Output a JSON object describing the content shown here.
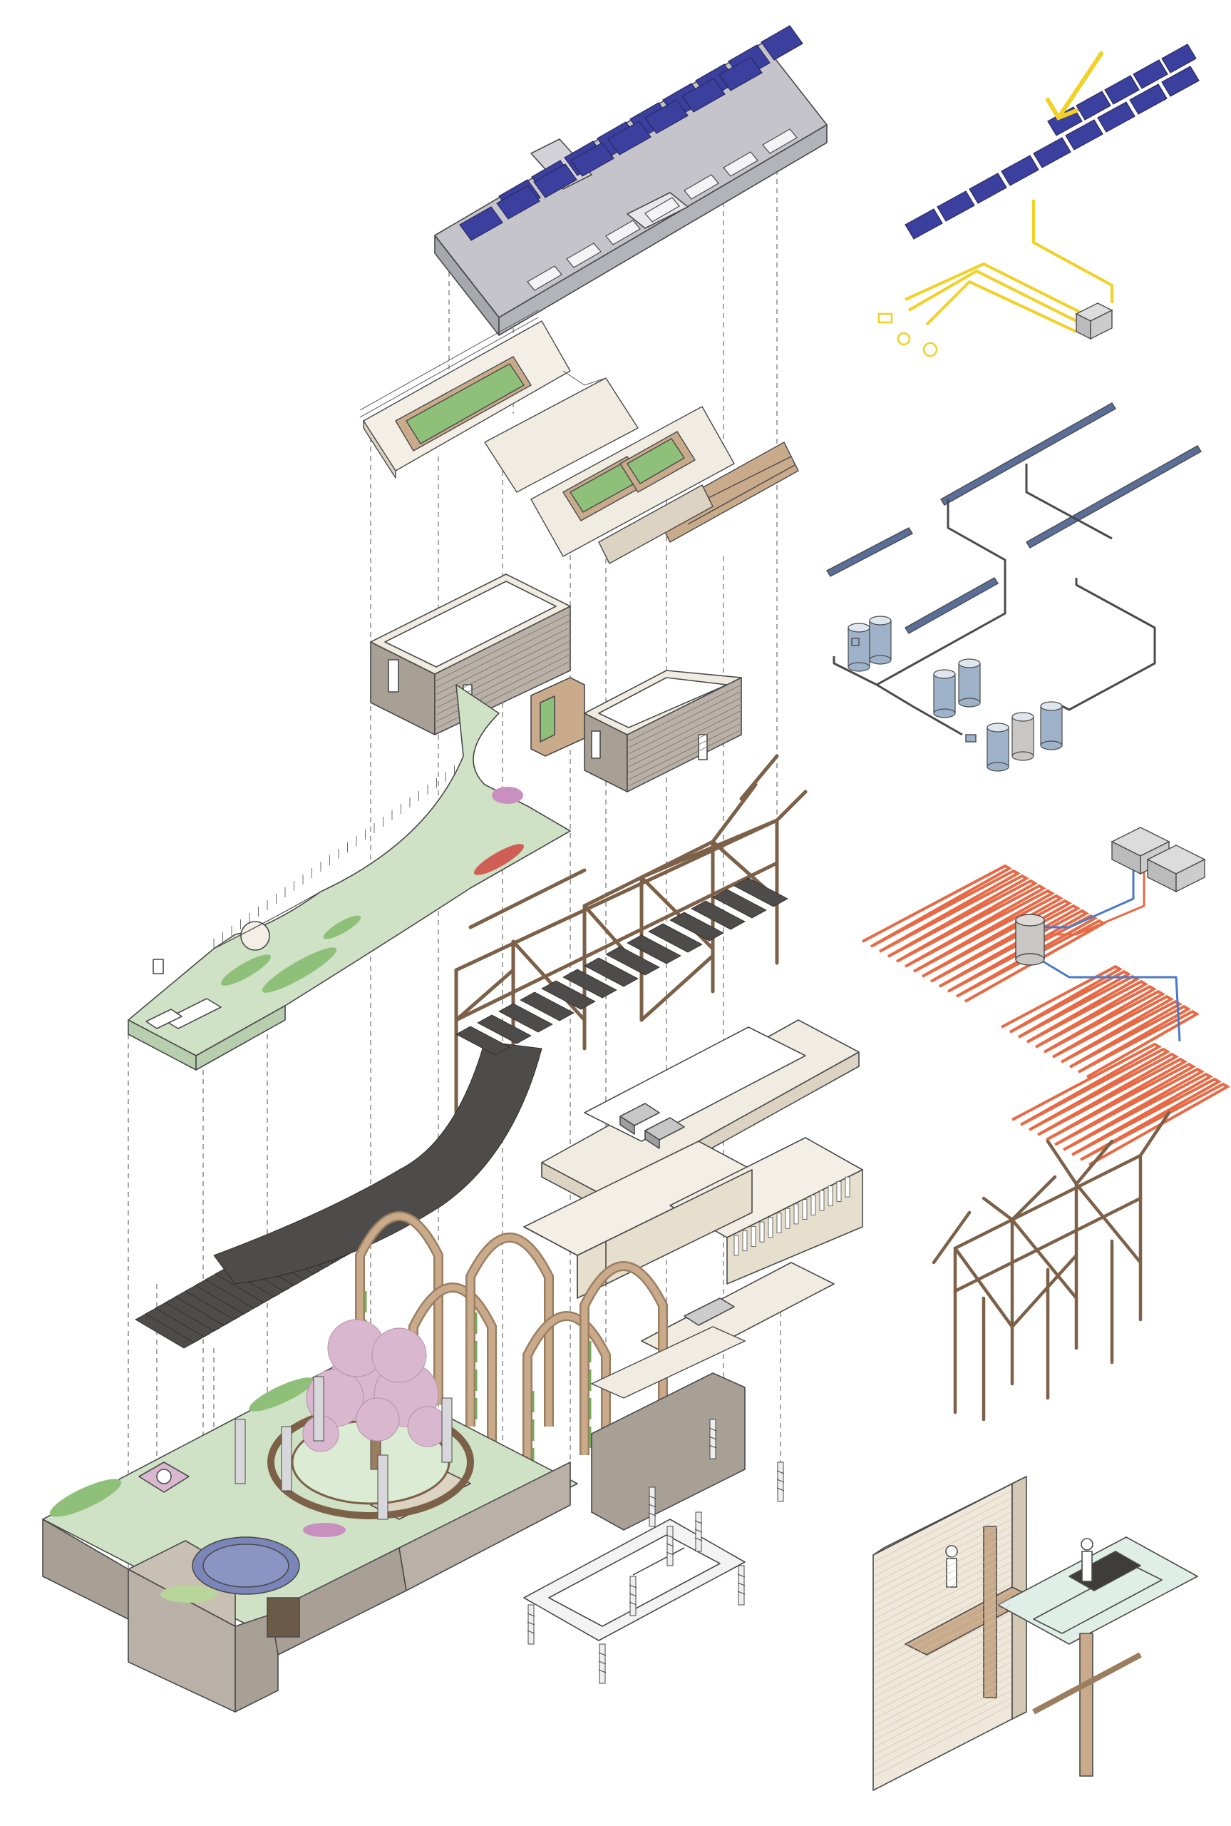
{
  "title": "",
  "colors": {
    "background": "#ffffff",
    "line": "#4a4a4a",
    "dash": "#7a7a7a",
    "solar_panel": "#3b3f9e",
    "solar_frame": "#2a2a60",
    "roof": "#d7d7db",
    "roof_shadow": "#b9b9c0",
    "green_roof": "#c9dfc4",
    "planting": "#8fc07a",
    "timber": "#c9ab8c",
    "timber_dark": "#9b7d60",
    "brick": "#a89f95",
    "brick_dark": "#7e766e",
    "slab": "#f1ece1",
    "slab_side": "#dcd3c2",
    "water_pipe": "#5a6e99",
    "tank": "#9eb3c9",
    "tank_light": "#c9c6c3",
    "heating": "#e66a46",
    "heating_return": "#4b79c9",
    "energy_yellow": "#f2d024",
    "pond": "#7b86b8",
    "blossom": "#d9b8cf",
    "lawn": "#cfe2c6",
    "pergola": "#4e4c4a",
    "foundation": "#eeeeee"
  },
  "layers": [
    {
      "name": "solar-roof"
    },
    {
      "name": "roof-garden"
    },
    {
      "name": "upper-rooms"
    },
    {
      "name": "green-terrace"
    },
    {
      "name": "timber-frame"
    },
    {
      "name": "plant-deck"
    },
    {
      "name": "pergola"
    },
    {
      "name": "lower-rooms"
    },
    {
      "name": "arches"
    },
    {
      "name": "ground-garden"
    },
    {
      "name": "foundations"
    }
  ],
  "details": [
    {
      "name": "solar-energy-system",
      "icons": [
        "sun-ray-icon",
        "battery-icon",
        "inverter-icon",
        "bulb-icon",
        "plug-icon"
      ]
    },
    {
      "name": "rainwater-system",
      "icons": [
        "gutter-icon",
        "tank-icon",
        "tap-icon"
      ]
    },
    {
      "name": "underfloor-heating-system",
      "icons": [
        "heat-pump-icon",
        "cylinder-icon"
      ]
    },
    {
      "name": "timber-structure-detail"
    },
    {
      "name": "wall-walkway-detail",
      "icons": [
        "person-icon"
      ]
    }
  ]
}
